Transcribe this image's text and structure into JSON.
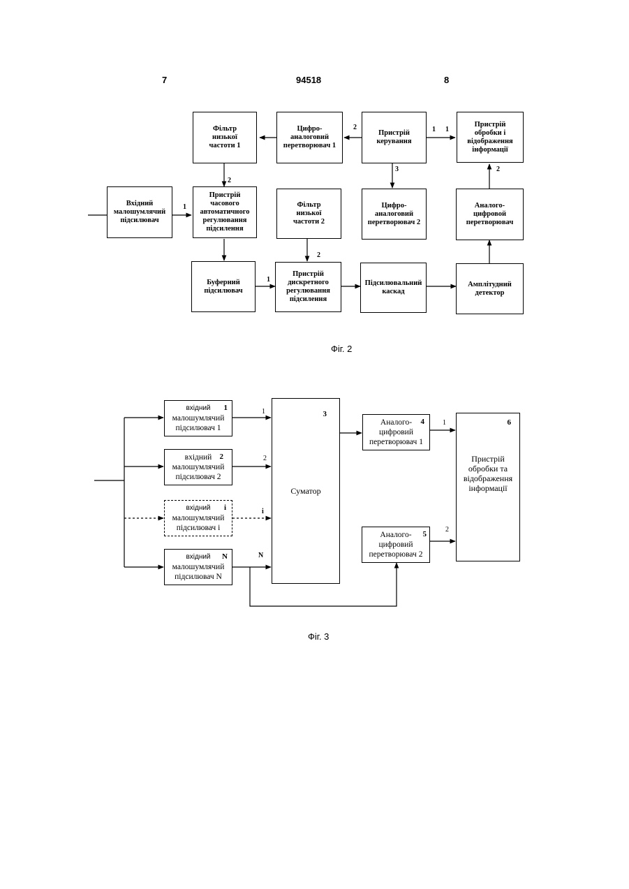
{
  "header": {
    "left_page": "7",
    "patent_number": "94518",
    "right_page": "8"
  },
  "fig2": {
    "caption": "Фіг. 2",
    "blocks": {
      "lpf1": "Фільтр\nнизької\nчастоти 1",
      "dac1": "Цифро-\nаналоговий\nперетворювач 1",
      "control": "Пристрій\nкерування",
      "display": "Пристрій\nобробки і\nвідображення\nінформації",
      "input_lna": "Вхідний\nмалошумлячий\nпідсилювач",
      "tagc": "Пристрій\nчасового\nавтоматичного\nрегулювання\nпідсилення",
      "lpf2": "Фільтр\nнизької\nчастоти 2",
      "dac2": "Цифро-\nаналоговий\nперетворювач 2",
      "adc": "Аналого-\nцифровой\nперетворювач",
      "buffer": "Буферний\nпідсилювач",
      "discrete": "Пристрій\nдискретного\nрегулювання\nпідсилення",
      "amp_stage": "Підсилювальний\nкаскад",
      "detector": "Амплітудний\nдетектор"
    },
    "port_labels": {
      "ctrl_to_dac1": "2",
      "ctrl_out": "1",
      "display_in": "1",
      "ctrl_to_dac2": "3",
      "adc_to_display": "2",
      "lpf1_to_tagc": "2",
      "lna_to_tagc": "1",
      "lpf2_to_discrete": "2",
      "buffer_to_discrete": "1"
    }
  },
  "fig3": {
    "caption": "Фіг. 3",
    "blocks": {
      "lna1": {
        "line1": "вхідний",
        "line2": "малошумлячий",
        "line3": "підсилювач 1",
        "num": "1"
      },
      "lna2": {
        "line1": "вхідний",
        "line2": "малошумлячий",
        "line3": "підсилювач 2",
        "num": "2"
      },
      "lnai": {
        "line1": "вхідний",
        "line2": "малошумлячий",
        "line3": "підсилювач i",
        "num": "i"
      },
      "lnaN": {
        "line1": "вхідний",
        "line2": "малошумлячий",
        "line3": "підсилювач N",
        "num": "N"
      },
      "summator": {
        "text": "Суматор",
        "num": "3"
      },
      "adc1": {
        "text": "Аналого-\nцифровий\nперетворювач 1",
        "num": "4"
      },
      "adc2": {
        "text": "Аналого-\nцифровий\nперетворювач 2",
        "num": "5"
      },
      "processor": {
        "text": "Пристрій\nобробки та\nвідображення\nінформації",
        "num": "6"
      }
    },
    "port_labels": {
      "in1": "1",
      "in2": "2",
      "ini": "i",
      "inN": "N",
      "adc1_out": "1",
      "adc2_out": "2"
    }
  }
}
